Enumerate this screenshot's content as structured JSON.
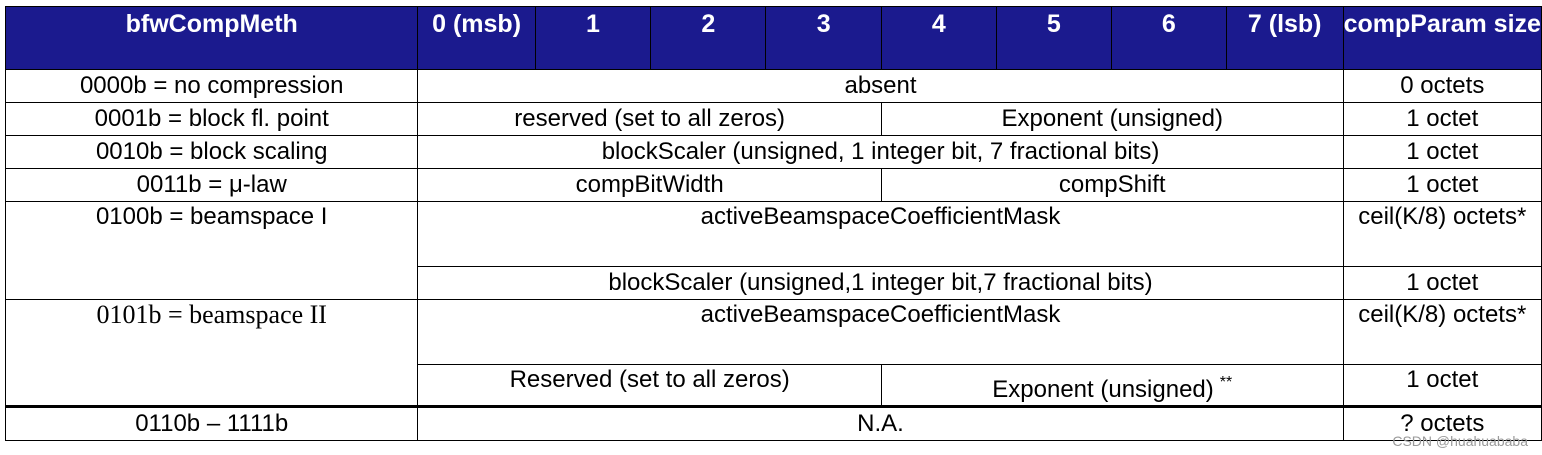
{
  "headers": {
    "method": "bfwCompMeth",
    "bits": [
      "0 (msb)",
      "1",
      "2",
      "3",
      "4",
      "5",
      "6",
      "7 (lsb)"
    ],
    "size": "compParam size"
  },
  "rows": {
    "r0": {
      "method": "0000b = no compression",
      "field": "absent",
      "size": "0 octets"
    },
    "r1": {
      "method": "0001b = block fl. point",
      "field_a": "reserved (set to all zeros)",
      "field_b": "Exponent (unsigned)",
      "size": "1 octet"
    },
    "r2": {
      "method": "0010b = block scaling",
      "field": "blockScaler (unsigned, 1 integer bit, 7 fractional bits)",
      "size": "1 octet"
    },
    "r3": {
      "method": "0011b = μ-law",
      "field_a": "compBitWidth",
      "field_b": "compShift",
      "size": "1 octet"
    },
    "r4": {
      "method": "0100b = beamspace I",
      "field": "activeBeamspaceCoefficientMask",
      "size": "ceil(K/8) octets*"
    },
    "r5": {
      "field": "blockScaler (unsigned,1 integer bit,7 fractional bits)",
      "size": "1 octet"
    },
    "r6": {
      "method": "0101b = beamspace II",
      "field": "activeBeamspaceCoefficientMask",
      "size": "ceil(K/8) octets*"
    },
    "r7": {
      "field_a": "Reserved (set to all zeros)",
      "field_b": "Exponent (unsigned)",
      "note_mark": "**",
      "size": "1 octet"
    },
    "r8": {
      "method": "0110b – 1111b",
      "field": "N.A.",
      "size": "? octets"
    }
  },
  "watermark": "CSDN @huahuababa",
  "colors": {
    "header_bg": "#1b1a8e",
    "header_text": "#ffffff"
  }
}
